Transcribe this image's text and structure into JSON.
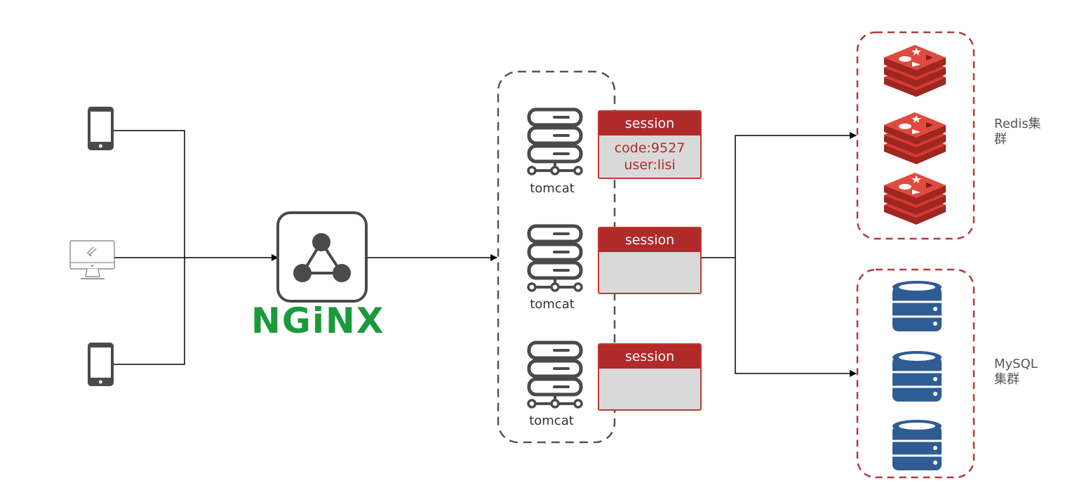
{
  "nginx": {
    "logo_text": "NGiNX"
  },
  "tomcats": [
    {
      "label": "tomcat",
      "session": {
        "title": "session",
        "lines": [
          "code:9527",
          "user:lisi"
        ]
      }
    },
    {
      "label": "tomcat",
      "session": {
        "title": "session",
        "lines": []
      }
    },
    {
      "label": "tomcat",
      "session": {
        "title": "session",
        "lines": []
      }
    }
  ],
  "clusters": {
    "redis": {
      "label_line1": "Redis集",
      "label_line2": "群"
    },
    "mysql": {
      "label_line1": "MySQL",
      "label_line2": "集群"
    }
  },
  "colors": {
    "session_red": "#b02a2a",
    "cluster_border": "#b23b3b",
    "redis_red": "#d63a2f",
    "mysql_blue": "#2f5d93",
    "nginx_green": "#1a9a3a",
    "icon_gray": "#4a4a4a"
  },
  "icons": {
    "clients": [
      "smartphone-icon",
      "desktop-monitor-icon",
      "smartphone-icon"
    ],
    "nginx": "nginx-triangle-icon",
    "server": "server-rack-icon",
    "redis": "redis-stack-icon",
    "mysql": "database-icon"
  }
}
